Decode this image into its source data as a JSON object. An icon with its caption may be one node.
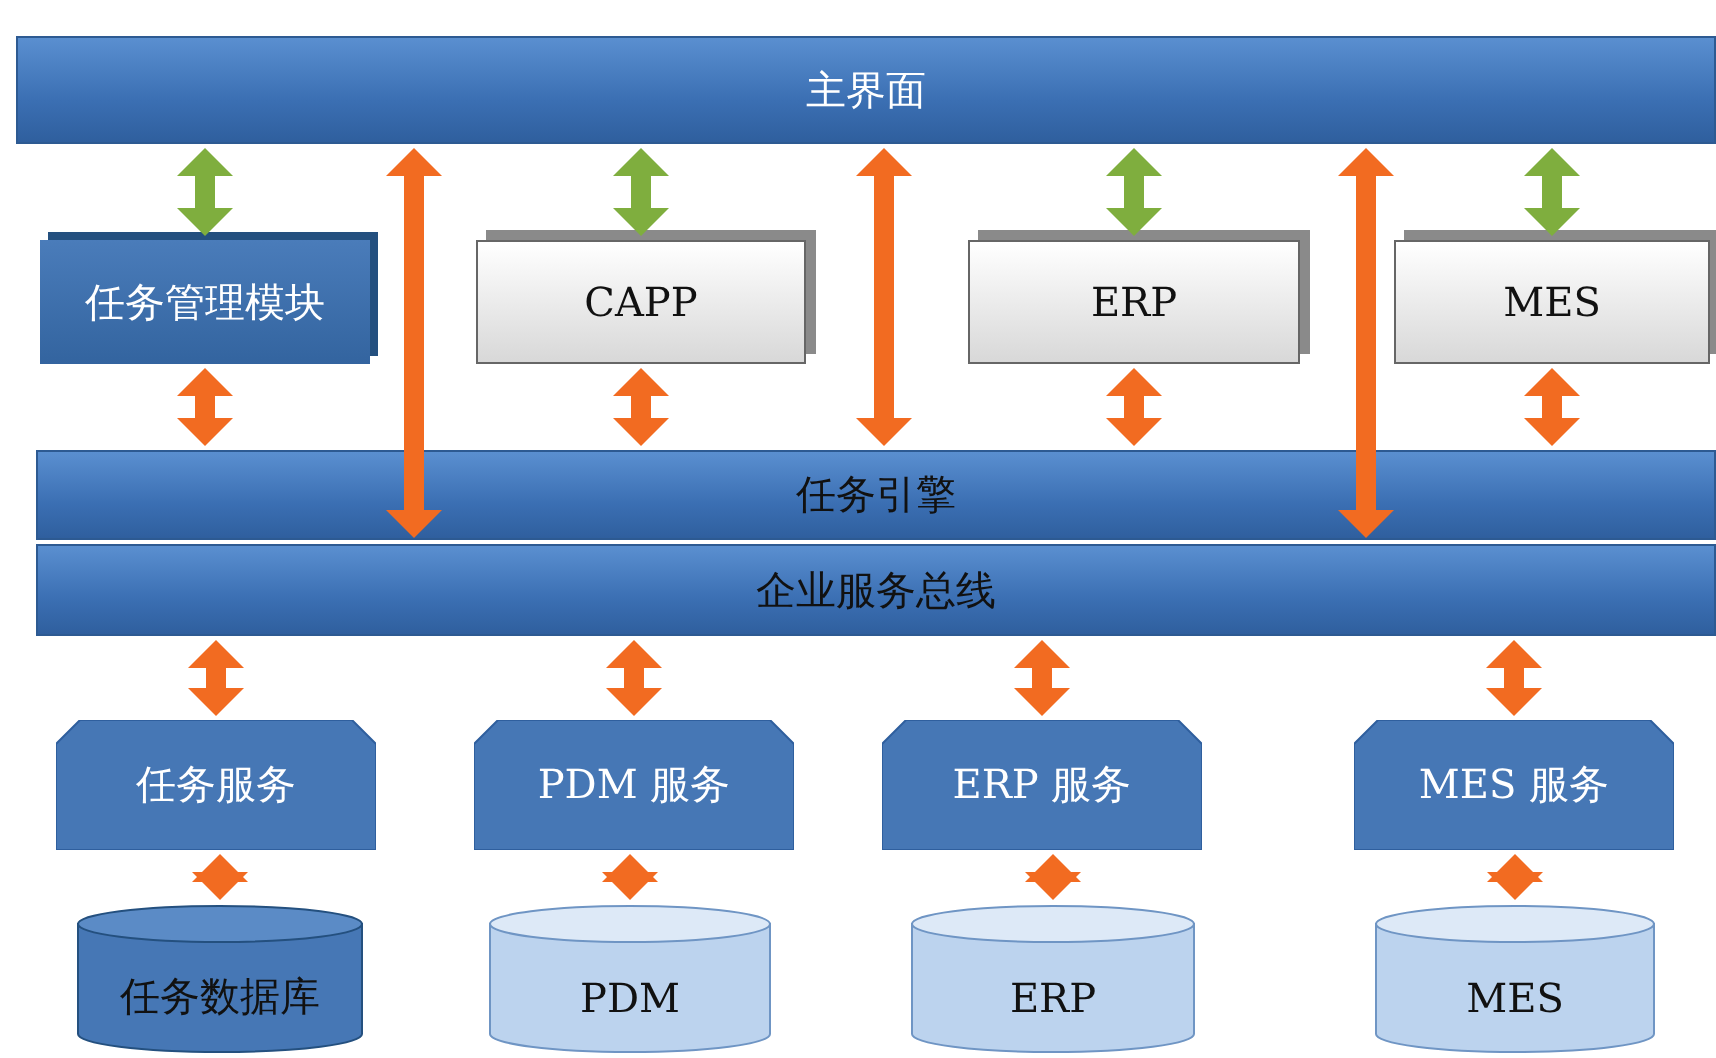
{
  "diagram": {
    "nodes": [
      {
        "text": [
          "主界面"
        ]
      },
      {
        "text": [
          "任务管理模块"
        ]
      },
      {
        "text": [
          "CAPP"
        ]
      },
      {
        "text": [
          "ERP"
        ]
      },
      {
        "text": [
          "MES"
        ]
      },
      {
        "text": [
          "任务引擎"
        ]
      },
      {
        "text": [
          "企业服务总线"
        ]
      },
      {
        "text": [
          "任务服务"
        ]
      },
      {
        "text": [
          "PDM 服务"
        ]
      },
      {
        "text": [
          "ERP 服务"
        ]
      },
      {
        "text": [
          "MES 服务"
        ]
      },
      {
        "text": [
          "任务数据库"
        ]
      },
      {
        "text": [
          "PDM"
        ]
      },
      {
        "text": [
          "ERP"
        ]
      },
      {
        "text": [
          "MES"
        ]
      }
    ],
    "edges": [
      {
        "from": 0,
        "to": 1,
        "arrow": "both",
        "color": "#7fae3e"
      },
      {
        "from": 0,
        "to": 2,
        "arrow": "both",
        "color": "#7fae3e"
      },
      {
        "from": 0,
        "to": 3,
        "arrow": "both",
        "color": "#7fae3e"
      },
      {
        "from": 0,
        "to": 4,
        "arrow": "both",
        "color": "#7fae3e"
      },
      {
        "from": 0,
        "to": 5,
        "arrow": "both"
      },
      {
        "from": 0,
        "to": 5,
        "arrow": "both"
      },
      {
        "from": 0,
        "to": 5,
        "arrow": "both"
      },
      {
        "from": 1,
        "to": 5,
        "arrow": "both"
      },
      {
        "from": 2,
        "to": 5,
        "arrow": "both"
      },
      {
        "from": 3,
        "to": 5,
        "arrow": "both"
      },
      {
        "from": 4,
        "to": 5,
        "arrow": "both"
      },
      {
        "from": 6,
        "to": 7,
        "arrow": "both"
      },
      {
        "from": 6,
        "to": 8,
        "arrow": "both"
      },
      {
        "from": 6,
        "to": 9,
        "arrow": "both"
      },
      {
        "from": 6,
        "to": 10,
        "arrow": "both"
      },
      {
        "from": 7,
        "to": 11,
        "arrow": "both"
      },
      {
        "from": 8,
        "to": 12,
        "arrow": "both"
      },
      {
        "from": 9,
        "to": 13,
        "arrow": "both"
      },
      {
        "from": 10,
        "to": 14,
        "arrow": "both"
      }
    ]
  }
}
